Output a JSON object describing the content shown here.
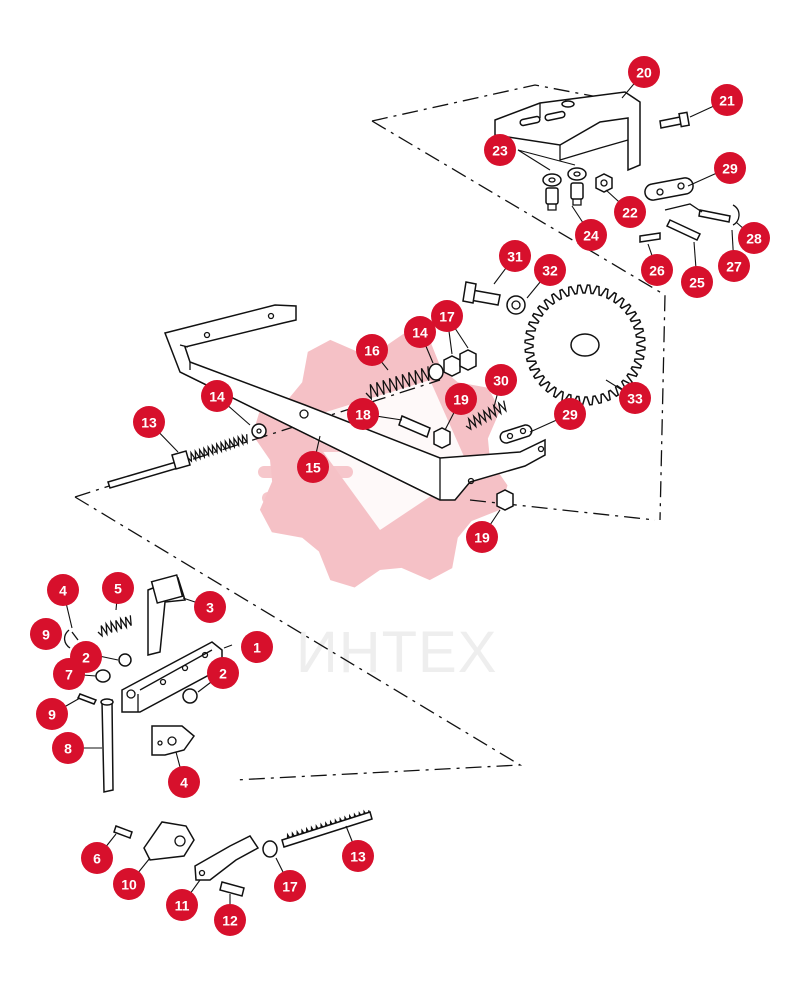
{
  "watermark": {
    "text": "ИНТЕХ",
    "color": "#f3c0c4"
  },
  "colors": {
    "callout_fill": "#d7102c",
    "callout_text": "#ffffff",
    "line": "#111111"
  },
  "callouts": [
    {
      "id": "c20",
      "num": "20"
    },
    {
      "id": "c21",
      "num": "21"
    },
    {
      "id": "c23",
      "num": "23"
    },
    {
      "id": "c29a",
      "num": "29"
    },
    {
      "id": "c22",
      "num": "22"
    },
    {
      "id": "c24",
      "num": "24"
    },
    {
      "id": "c28",
      "num": "28"
    },
    {
      "id": "c26",
      "num": "26"
    },
    {
      "id": "c25",
      "num": "25"
    },
    {
      "id": "c27",
      "num": "27"
    },
    {
      "id": "c31",
      "num": "31"
    },
    {
      "id": "c32",
      "num": "32"
    },
    {
      "id": "c16",
      "num": "16"
    },
    {
      "id": "c14a",
      "num": "14"
    },
    {
      "id": "c17a",
      "num": "17"
    },
    {
      "id": "c30",
      "num": "30"
    },
    {
      "id": "c14b",
      "num": "14"
    },
    {
      "id": "c18",
      "num": "18"
    },
    {
      "id": "c19a",
      "num": "19"
    },
    {
      "id": "c29b",
      "num": "29"
    },
    {
      "id": "c33",
      "num": "33"
    },
    {
      "id": "c13a",
      "num": "13"
    },
    {
      "id": "c15",
      "num": "15"
    },
    {
      "id": "c19b",
      "num": "19"
    },
    {
      "id": "c4a",
      "num": "4"
    },
    {
      "id": "c5",
      "num": "5"
    },
    {
      "id": "c3",
      "num": "3"
    },
    {
      "id": "c9a",
      "num": "9"
    },
    {
      "id": "c1",
      "num": "1"
    },
    {
      "id": "c2a",
      "num": "2"
    },
    {
      "id": "c7",
      "num": "7"
    },
    {
      "id": "c2b",
      "num": "2"
    },
    {
      "id": "c9b",
      "num": "9"
    },
    {
      "id": "c8",
      "num": "8"
    },
    {
      "id": "c4b",
      "num": "4"
    },
    {
      "id": "c6",
      "num": "6"
    },
    {
      "id": "c10",
      "num": "10"
    },
    {
      "id": "c13b",
      "num": "13"
    },
    {
      "id": "c17b",
      "num": "17"
    },
    {
      "id": "c11",
      "num": "11"
    },
    {
      "id": "c12",
      "num": "12"
    }
  ]
}
